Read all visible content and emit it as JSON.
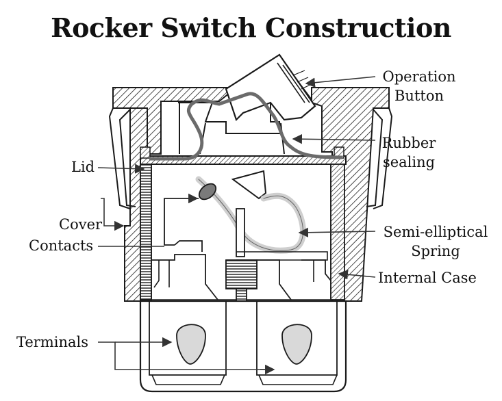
{
  "diagram": {
    "title": "Rocker Switch Construction",
    "labels": {
      "operation_button": [
        "Operation",
        "Button"
      ],
      "rubber_sealing": [
        "Rubber",
        "sealing"
      ],
      "lid": "Lid",
      "cover": "Cover",
      "contacts": "Contacts",
      "semi_elliptical_spring": [
        "Semi-elliptical",
        "Spring"
      ],
      "internal_case": "Internal Case",
      "terminals": "Terminals"
    },
    "colors": {
      "stroke": "#1a1a1a",
      "sealing": "#6b6b6b",
      "spring": "#cfcfcf",
      "terminal_hole": "#d9d9d9",
      "contact": "#7a7a7a",
      "background": "#ffffff"
    }
  }
}
